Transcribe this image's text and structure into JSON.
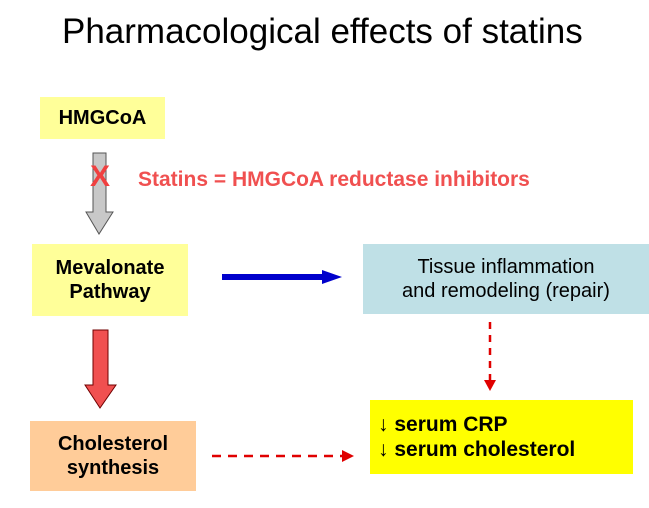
{
  "title": "Pharmacological effects of statins",
  "nodes": {
    "hmgcoa": "HMGCoA",
    "mevalonate_line1": "Mevalonate",
    "mevalonate_line2": "Pathway",
    "cholesterol_line1": "Cholesterol",
    "cholesterol_line2": "synthesis",
    "tissue_line1": "Tissue inflammation",
    "tissue_line2": "and remodeling (repair)",
    "crp_line1": "↓ serum CRP",
    "crp_line2": "↓ serum cholesterol"
  },
  "annotation": {
    "statins": "Statins = HMGCoA reductase inhibitors",
    "block_mark": "X"
  },
  "colors": {
    "yellow_box": "#ffff99",
    "orange_box": "#ffcc99",
    "teal_box": "#bfe0e6",
    "bright_yellow_box": "#ffff00",
    "blue_arrow": "#0000cc",
    "red_arrow": "#f05050",
    "dashed_red": "#e00000",
    "grey_arrow": "#c0c0c0"
  }
}
